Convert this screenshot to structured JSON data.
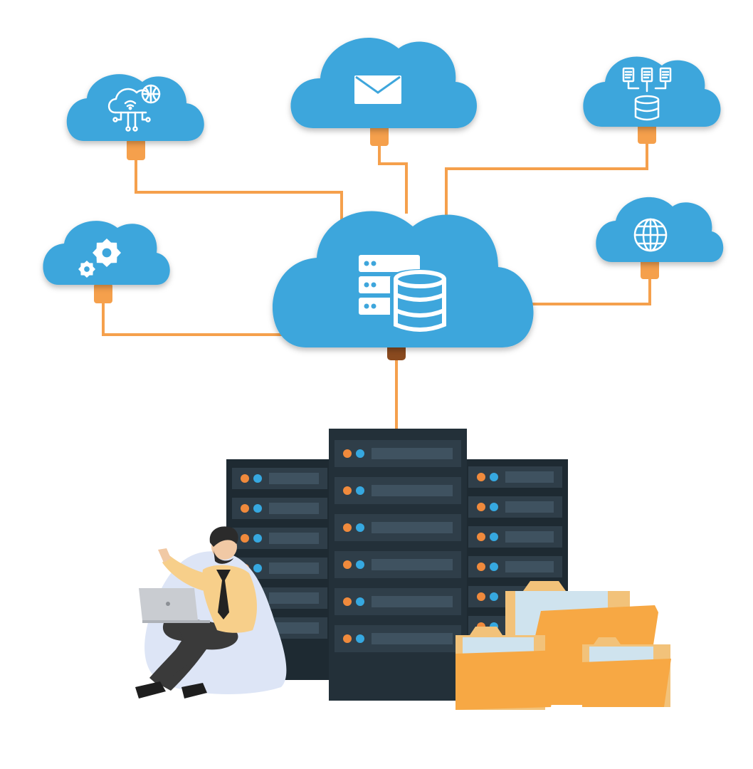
{
  "palette": {
    "cloud": "#3ea6dc",
    "cloud_shadow": "#2c7fae",
    "connector": "#f5a04c",
    "connector_dark": "#e68a2e",
    "hub_plug": "#8a4a1f",
    "server_body": "#233039",
    "server_slot": "#2f3e49",
    "server_bar": "#3f5260",
    "led_orange": "#f08a3c",
    "led_blue": "#36a8e0",
    "folder": "#f7a844",
    "folder_back": "#f2c27a",
    "paper": "#cfe3ee",
    "beanbag": "#dde5f6",
    "shirt": "#f7cf8a",
    "pants": "#3a3a3a",
    "skin": "#f1c9a5",
    "hair": "#2b2b2b",
    "laptop": "#c9ccd1"
  },
  "clouds": [
    {
      "id": "iot",
      "icon": "iot-network-icon"
    },
    {
      "id": "mail",
      "icon": "envelope-icon"
    },
    {
      "id": "data-ingest",
      "icon": "documents-to-database-icon"
    },
    {
      "id": "settings",
      "icon": "gears-icon"
    },
    {
      "id": "web",
      "icon": "globe-icon"
    },
    {
      "id": "hub",
      "icon": "server-database-icon"
    }
  ],
  "illustration": {
    "server_racks": 3,
    "person": "man-with-laptop",
    "folders": 3
  }
}
